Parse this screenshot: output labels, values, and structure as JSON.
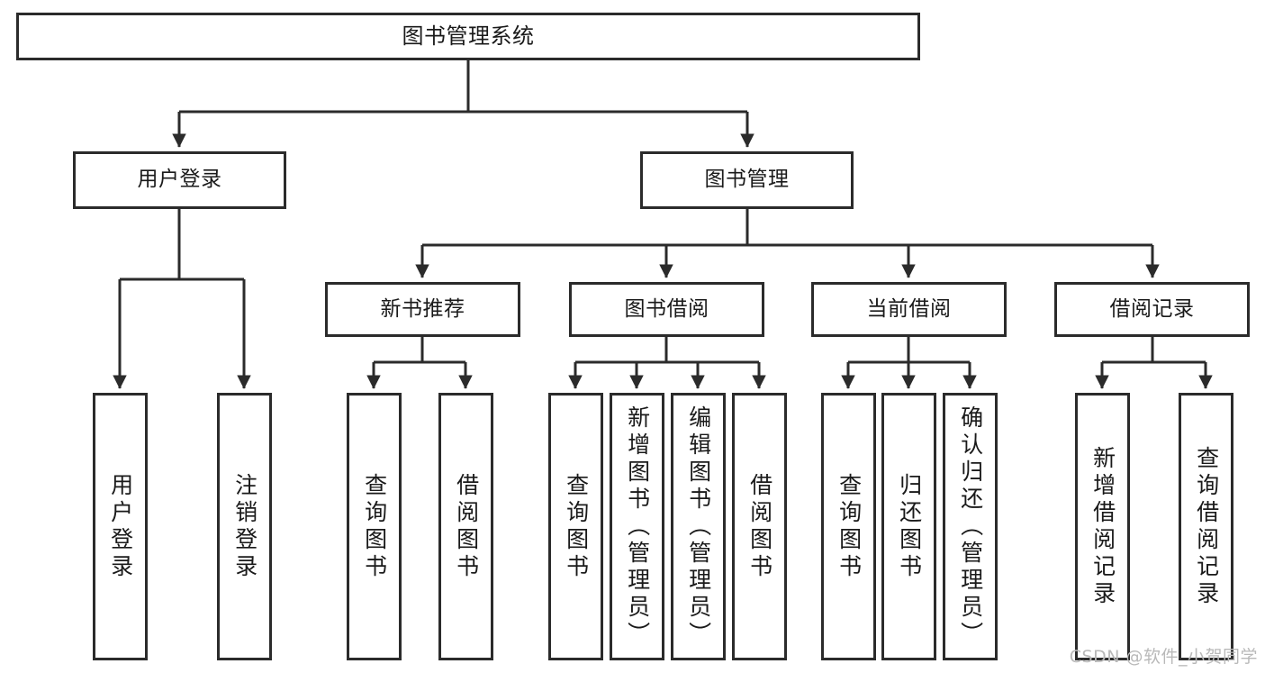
{
  "diagram": {
    "title": "图书管理系统",
    "watermark": "CSDN @软件_小贺同学",
    "stroke_color": "#2b2b2b",
    "background_color": "#ffffff",
    "text_color": "#1a1a1a",
    "watermark_color": "#b9b9b9"
  },
  "nodes": {
    "root": {
      "label": "图书管理系统"
    },
    "level2": [
      {
        "label": "用户登录"
      },
      {
        "label": "图书管理"
      }
    ],
    "level3": [
      {
        "label": "新书推荐"
      },
      {
        "label": "图书借阅"
      },
      {
        "label": "当前借阅"
      },
      {
        "label": "借阅记录"
      }
    ],
    "leaves": {
      "user_login": [
        {
          "label": "用户登录"
        },
        {
          "label": "注销登录"
        }
      ],
      "new_book_recommend": [
        {
          "label": "查询图书"
        },
        {
          "label": "借阅图书"
        }
      ],
      "book_borrow": [
        {
          "label": "查询图书"
        },
        {
          "label": "新增图书（管理员）"
        },
        {
          "label": "编辑图书（管理员）"
        },
        {
          "label": "借阅图书"
        }
      ],
      "current_borrow": [
        {
          "label": "查询图书"
        },
        {
          "label": "归还图书"
        },
        {
          "label": "确认归还（管理员）"
        }
      ],
      "borrow_record": [
        {
          "label": "新增借阅记录"
        },
        {
          "label": "查询借阅记录"
        }
      ]
    }
  },
  "chart_data": {
    "type": "diagram",
    "subtype": "tree-hierarchy",
    "title": "图书管理系统",
    "orientation": "top-down",
    "tree": {
      "name": "图书管理系统",
      "children": [
        {
          "name": "用户登录",
          "children": [
            {
              "name": "用户登录"
            },
            {
              "name": "注销登录"
            }
          ]
        },
        {
          "name": "图书管理",
          "children": [
            {
              "name": "新书推荐",
              "children": [
                {
                  "name": "查询图书"
                },
                {
                  "name": "借阅图书"
                }
              ]
            },
            {
              "name": "图书借阅",
              "children": [
                {
                  "name": "查询图书"
                },
                {
                  "name": "新增图书（管理员）"
                },
                {
                  "name": "编辑图书（管理员）"
                },
                {
                  "name": "借阅图书"
                }
              ]
            },
            {
              "name": "当前借阅",
              "children": [
                {
                  "name": "查询图书"
                },
                {
                  "name": "归还图书"
                },
                {
                  "name": "确认归还（管理员）"
                }
              ]
            },
            {
              "name": "借阅记录",
              "children": [
                {
                  "name": "新增借阅记录"
                },
                {
                  "name": "查询借阅记录"
                }
              ]
            }
          ]
        }
      ]
    }
  }
}
